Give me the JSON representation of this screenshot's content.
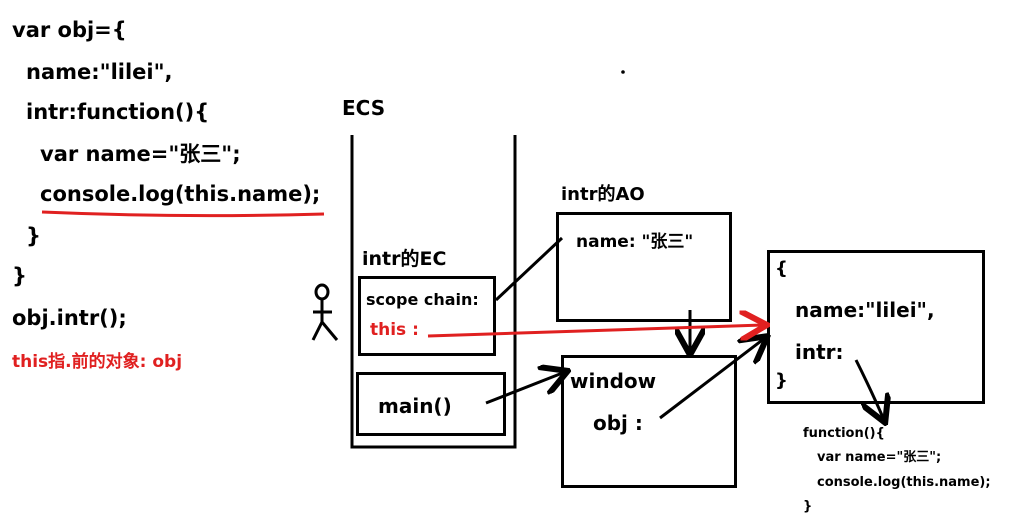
{
  "code": {
    "lines": [
      "var obj={",
      "name:\"lilei\",",
      "intr:function(){",
      "var name=\"张三\";",
      "console.log(this.name);",
      "}",
      "}",
      "obj.intr();"
    ],
    "note": "this指.前的对象: obj"
  },
  "ecs": {
    "title": "ECS",
    "intr_ec_label": "intr的EC",
    "scope_chain": "scope chain:",
    "this_label": "this :",
    "main_label": "main()"
  },
  "ao": {
    "label": "intr的AO",
    "name_entry": "name: \"张三\""
  },
  "window": {
    "title": "window",
    "obj_entry": "obj :"
  },
  "object": {
    "open_brace": "{",
    "name_entry": "name:\"lilei\",",
    "intr_entry": "intr:",
    "close_brace": "}"
  },
  "fn": {
    "lines": [
      "function(){",
      "var name=\"张三\";",
      "console.log(this.name);",
      "}"
    ]
  },
  "colors": {
    "accent": "#e02020",
    "ink": "#000000"
  }
}
